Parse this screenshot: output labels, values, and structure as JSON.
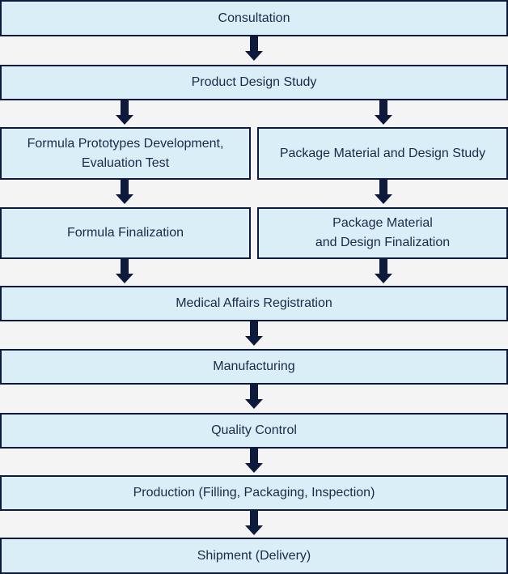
{
  "flow": {
    "consultation": "Consultation",
    "product_design_study": "Product Design Study",
    "formula_prototypes": "Formula Prototypes Development,\nEvaluation Test",
    "package_study": "Package Material and Design Study",
    "formula_finalization": "Formula Finalization",
    "package_finalization": "Package Material\nand Design Finalization",
    "medical_affairs": "Medical Affairs Registration",
    "manufacturing": "Manufacturing",
    "quality_control": "Quality Control",
    "production": "Production (Filling, Packaging, Inspection)",
    "shipment": "Shipment (Delivery)"
  },
  "colors": {
    "box_fill": "#d9eef7",
    "border": "#0e1a3c",
    "arrow": "#0e1a3c",
    "background": "#f4f4f4"
  }
}
